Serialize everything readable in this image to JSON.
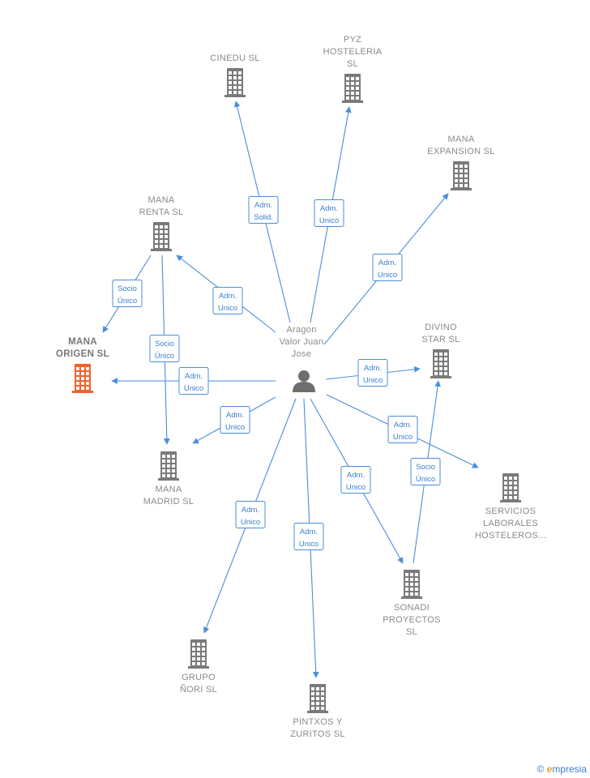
{
  "person": {
    "lines": [
      "Aragon",
      "Valor Juan",
      "Jose"
    ]
  },
  "nodes": [
    {
      "id": "cinedu",
      "lines": [
        "CINEDU  SL"
      ],
      "highlight": false
    },
    {
      "id": "pyz",
      "lines": [
        "PYZ",
        "HOSTELERIA",
        "SL"
      ],
      "highlight": false
    },
    {
      "id": "expansion",
      "lines": [
        "MANA",
        "EXPANSION  SL"
      ],
      "highlight": false
    },
    {
      "id": "renta",
      "lines": [
        "MANA",
        "RENTA  SL"
      ],
      "highlight": false
    },
    {
      "id": "origen",
      "lines": [
        "MANA",
        "ORIGEN  SL"
      ],
      "highlight": true
    },
    {
      "id": "divino",
      "lines": [
        "DIVINO",
        "STAR  SL"
      ],
      "highlight": false
    },
    {
      "id": "madrid",
      "lines": [
        "MANA",
        "MADRID  SL"
      ],
      "highlight": false
    },
    {
      "id": "servicios",
      "lines": [
        "SERVICIOS",
        "LABORALES",
        "HOSTELEROS..."
      ],
      "highlight": false
    },
    {
      "id": "sonadi",
      "lines": [
        "SONADI",
        "PROYECTOS",
        "SL"
      ],
      "highlight": false
    },
    {
      "id": "grupo",
      "lines": [
        "GRUPO",
        "ÑORI  SL"
      ],
      "highlight": false
    },
    {
      "id": "pintxos",
      "lines": [
        "PINTXOS Y",
        "ZURITOS SL"
      ],
      "highlight": false
    }
  ],
  "edges": [
    {
      "from": "person",
      "to": "cinedu",
      "label": [
        "Adm.",
        "Solid."
      ]
    },
    {
      "from": "person",
      "to": "pyz",
      "label": [
        "Adm.",
        "Unico"
      ]
    },
    {
      "from": "person",
      "to": "expansion",
      "label": [
        "Adm.",
        "Unico"
      ]
    },
    {
      "from": "person",
      "to": "renta",
      "label": [
        "Adm.",
        "Unico"
      ]
    },
    {
      "from": "person",
      "to": "origen",
      "label": [
        "Adm.",
        "Unico"
      ]
    },
    {
      "from": "person",
      "to": "divino",
      "label": [
        "Adm.",
        "Unico"
      ]
    },
    {
      "from": "person",
      "to": "madrid",
      "label": [
        "Adm.",
        "Unico"
      ]
    },
    {
      "from": "person",
      "to": "servicios",
      "label": [
        "Adm.",
        "Unico"
      ]
    },
    {
      "from": "person",
      "to": "sonadi",
      "label": [
        "Adm.",
        "Unico"
      ]
    },
    {
      "from": "person",
      "to": "grupo",
      "label": [
        "Adm.",
        "Unico"
      ]
    },
    {
      "from": "person",
      "to": "pintxos",
      "label": [
        "Adm.",
        "Unico"
      ]
    },
    {
      "from": "renta",
      "to": "origen",
      "label": [
        "Socio",
        "Único"
      ]
    },
    {
      "from": "renta",
      "to": "madrid",
      "label": [
        "Socio",
        "Único"
      ]
    },
    {
      "from": "sonadi",
      "to": "divino",
      "label": [
        "Socio",
        "Único"
      ]
    }
  ],
  "colors": {
    "edge": "#4a8ddb",
    "building": "#7a7a7a",
    "highlight": "#f0622d",
    "person": "#6e6e6e"
  },
  "footer": {
    "copyright": "©",
    "brand_initial": "e",
    "brand_rest": "mpresia"
  }
}
